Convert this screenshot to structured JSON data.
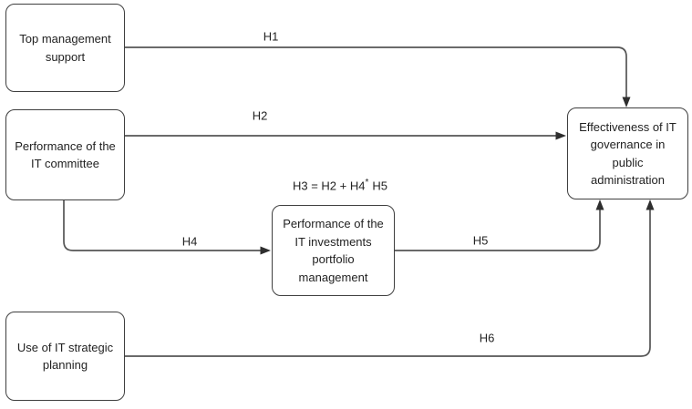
{
  "figure": {
    "type": "hypothesis-path-model",
    "background_color": "#ffffff",
    "line_color": "#555555",
    "node_border_color": "#3f3f3f",
    "text_color": "#222222"
  },
  "nodes": [
    {
      "id": "top-management-support",
      "label": "Top management support"
    },
    {
      "id": "it-committee-performance",
      "label": "Performance of the IT committee"
    },
    {
      "id": "it-strategic-planning-use",
      "label": "Use of IT strategic planning"
    },
    {
      "id": "it-investments-portfolio-management",
      "label": "Performance of the IT investments portfolio management"
    },
    {
      "id": "it-governance-effectiveness",
      "label": "Effectiveness of IT governance in public administration"
    }
  ],
  "edges": [
    {
      "label": "H1",
      "from": "top-management-support",
      "to": "it-governance-effectiveness"
    },
    {
      "label": "H2",
      "from": "it-committee-performance",
      "to": "it-governance-effectiveness"
    },
    {
      "label": "H4",
      "from": "it-committee-performance",
      "to": "it-investments-portfolio-management"
    },
    {
      "label": "H5",
      "from": "it-investments-portfolio-management",
      "to": "it-governance-effectiveness"
    },
    {
      "label": "H6",
      "from": "it-strategic-planning-use",
      "to": "it-governance-effectiveness"
    }
  ],
  "formula": {
    "text": "H3 = H2 + H4* H5",
    "prefix": "H3 = H2 + H4",
    "superscript": "*",
    "suffix": "H5"
  }
}
